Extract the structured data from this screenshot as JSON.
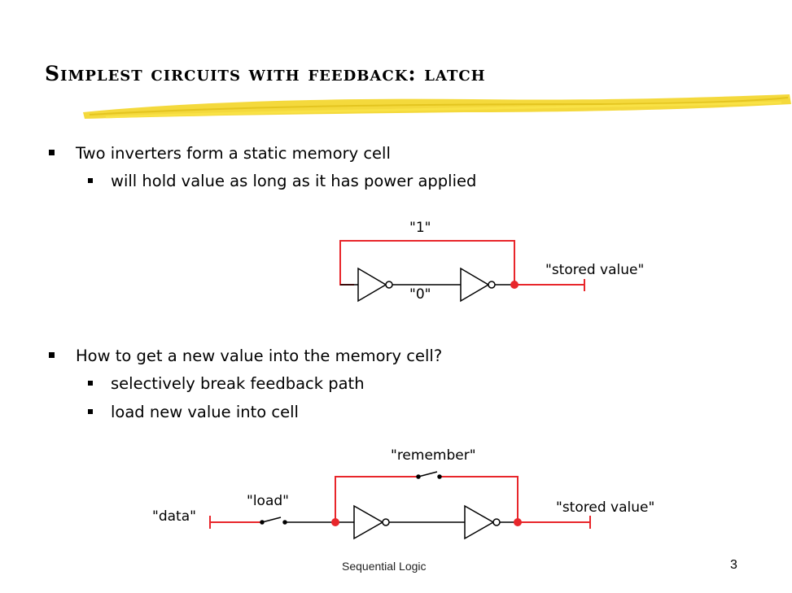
{
  "slide": {
    "title": "Simplest circuits with feedback: latch",
    "bullets": {
      "b1": "Two inverters form a static memory cell",
      "b1_sub": "will hold value as long as it has power applied",
      "b2": "How to get a new value into the memory cell?",
      "b2_sub1": "selectively break feedback path",
      "b2_sub2": "load new value into cell"
    },
    "diagram1": {
      "label_one": "\"1\"",
      "label_zero": "\"0\"",
      "label_stored": "\"stored value\""
    },
    "diagram2": {
      "label_remember": "\"remember\"",
      "label_load": "\"load\"",
      "label_data": "\"data\"",
      "label_stored": "\"stored value\""
    },
    "footer": "Sequential Logic",
    "page_number": "3"
  },
  "colors": {
    "wire": "#e8262b",
    "highlighter": "#f2d21a",
    "ink": "#000000"
  }
}
